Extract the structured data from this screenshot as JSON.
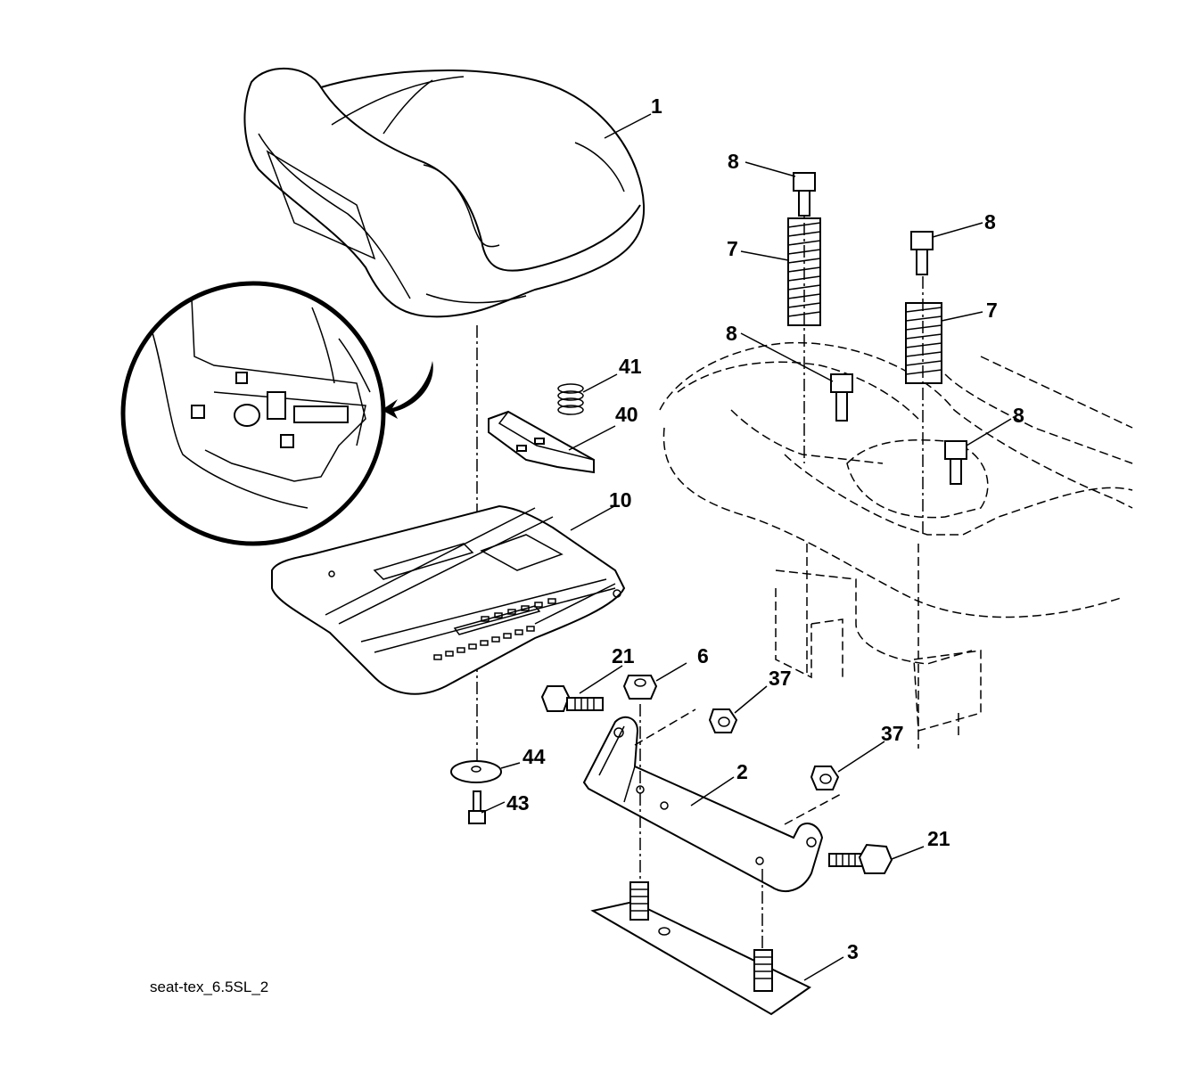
{
  "caption": "seat-tex_6.5SL_2",
  "callouts": [
    {
      "id": "c1",
      "label": "1"
    },
    {
      "id": "c8a",
      "label": "8"
    },
    {
      "id": "c7a",
      "label": "7"
    },
    {
      "id": "c8b",
      "label": "8"
    },
    {
      "id": "c8c",
      "label": "8"
    },
    {
      "id": "c7b",
      "label": "7"
    },
    {
      "id": "c8d",
      "label": "8"
    },
    {
      "id": "c41",
      "label": "41"
    },
    {
      "id": "c40",
      "label": "40"
    },
    {
      "id": "c10",
      "label": "10"
    },
    {
      "id": "c21a",
      "label": "21"
    },
    {
      "id": "c6",
      "label": "6"
    },
    {
      "id": "c37a",
      "label": "37"
    },
    {
      "id": "c37b",
      "label": "37"
    },
    {
      "id": "c44",
      "label": "44"
    },
    {
      "id": "c43",
      "label": "43"
    },
    {
      "id": "c2",
      "label": "2"
    },
    {
      "id": "c21b",
      "label": "21"
    },
    {
      "id": "c3",
      "label": "3"
    }
  ]
}
